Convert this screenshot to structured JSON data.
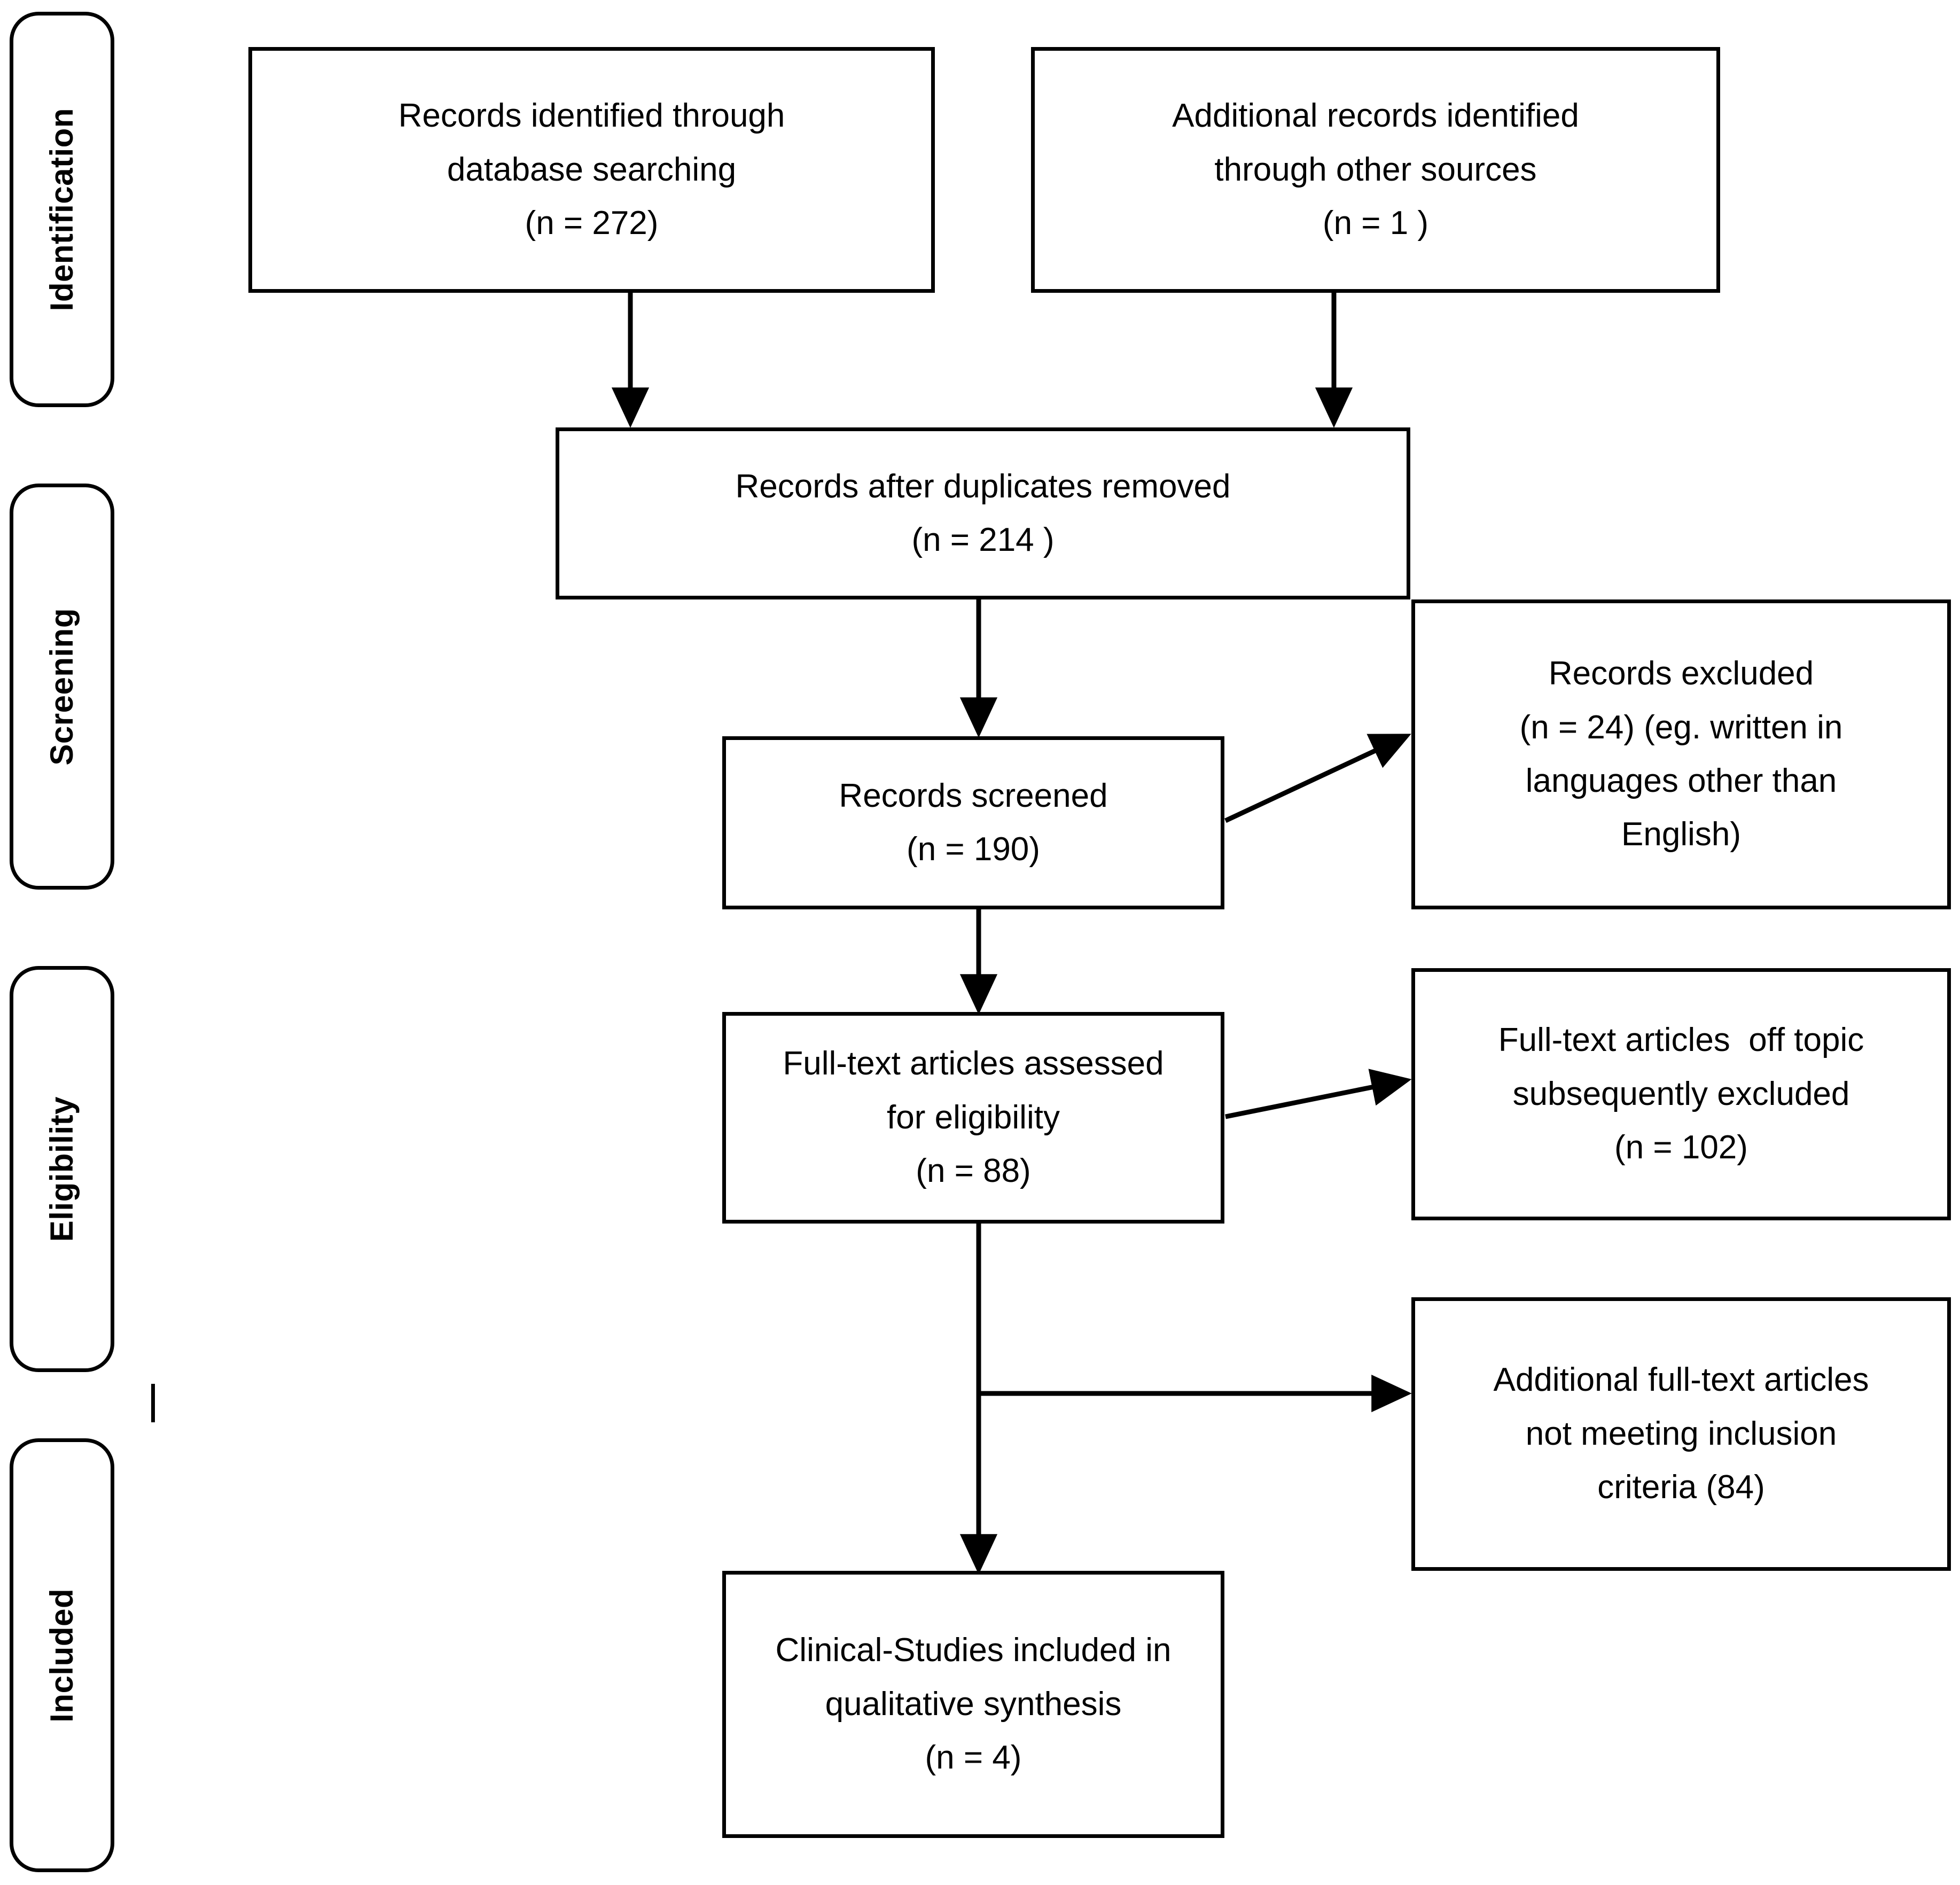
{
  "diagram": {
    "type": "prisma-flow-diagram",
    "stages": [
      {
        "id": "identification",
        "label": "Identification"
      },
      {
        "id": "screening",
        "label": "Screening"
      },
      {
        "id": "eligibility",
        "label": "Eligibility"
      },
      {
        "id": "included",
        "label": "Included"
      }
    ],
    "boxes": {
      "database_search": {
        "lines": [
          "Records identified through",
          "database searching",
          "(n = 272)"
        ]
      },
      "other_sources": {
        "lines": [
          "Additional records identified",
          "through other sources",
          "(n = 1 )"
        ]
      },
      "duplicates_removed": {
        "lines": [
          "Records after duplicates removed",
          "(n = 214 )"
        ]
      },
      "records_screened": {
        "lines": [
          "Records screened",
          "(n = 190)"
        ]
      },
      "records_excluded": {
        "lines": [
          "Records excluded",
          "(n = 24) (eg. written in",
          "languages other than",
          "English)"
        ]
      },
      "fulltext_assessed": {
        "lines": [
          "Full-text articles assessed",
          "for eligibility",
          "(n = 88)"
        ]
      },
      "fulltext_offtopic": {
        "lines": [
          "Full-text articles  off topic",
          "subsequently excluded",
          "(n = 102)"
        ]
      },
      "fulltext_not_meeting": {
        "lines": [
          "Additional full-text articles",
          "not meeting inclusion",
          "criteria (84)"
        ]
      },
      "included_studies": {
        "lines": [
          "Clinical-Studies included in",
          "qualitative synthesis",
          "(n = 4)"
        ]
      }
    },
    "colors": {
      "stroke": "#000000",
      "background": "#ffffff",
      "text": "#000000"
    },
    "counts": {
      "database_search": 272,
      "other_sources": 1,
      "after_duplicates": 214,
      "screened": 190,
      "excluded_screening": 24,
      "fulltext_assessed": 88,
      "fulltext_offtopic_excluded": 102,
      "fulltext_not_meeting_criteria": 84,
      "included": 4
    }
  }
}
